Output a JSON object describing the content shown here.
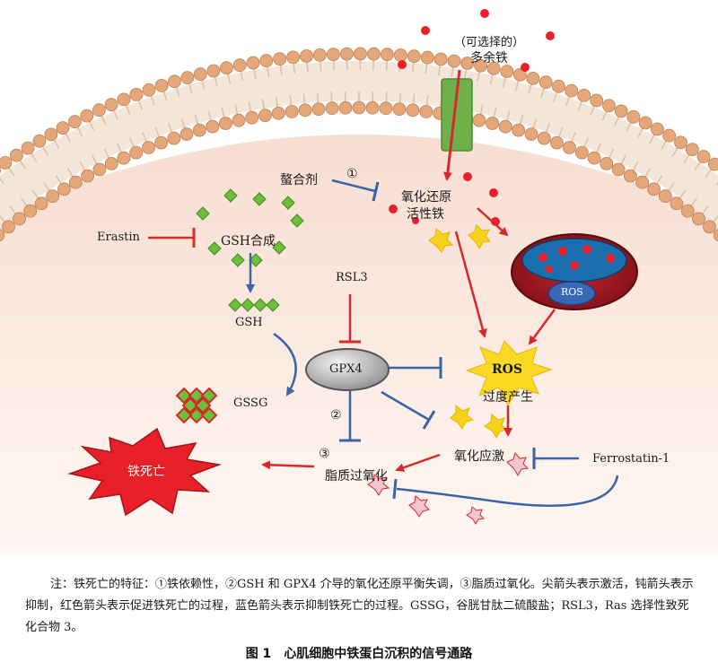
{
  "diagram": {
    "labels": {
      "optional_excess_iron_line1": "（可选择的）",
      "optional_excess_iron_line2": "多余铁",
      "chelator": "螯合剂",
      "circle1": "①",
      "redox_iron_line1": "氧化还原",
      "redox_iron_line2": "活性铁",
      "erastin": "Erastin",
      "gsh_synthesis": "GSH合成",
      "rsl3": "RSL3",
      "gsh": "GSH",
      "gpx4": "GPX4",
      "ros_mito": "ROS",
      "ros_main": "ROS",
      "ros_overproduction": "过度产生",
      "gssg": "GSSG",
      "circle2": "②",
      "circle3": "③",
      "oxidative_stress": "氧化应激",
      "ferrostatin": "Ferrostatin-1",
      "lipid_peroxidation": "脂质过氧化",
      "ferroptosis": "铁死亡"
    },
    "colors": {
      "activating_arrow": "#d42a2a",
      "inhibiting_arrow": "#3a63a8",
      "iron_dot": "#e8202a",
      "gsh_diamond": "#6cbf3c",
      "membrane_head": "#e3a77a",
      "channel": "#6fb04a",
      "cytoplasm": "#fbebe3",
      "ros_star": "#f7d21c",
      "ferroptosis_burst": "#e8202a"
    }
  },
  "caption": {
    "text": "注：铁死亡的特征：①铁依赖性，②GSH 和 GPX4 介导的氧化还原平衡失调，③脂质过氧化。尖箭头表示激活，钝箭头表示抑制，红色箭头表示促进铁死亡的过程，蓝色箭头表示抑制铁死亡的过程。GSSG，谷胱甘肽二硫酸盐；RSL3，Ras 选择性致死化合物 3。"
  },
  "title": {
    "number": "图 1",
    "text": "心肌细胞中铁蛋白沉积的信号通路"
  }
}
